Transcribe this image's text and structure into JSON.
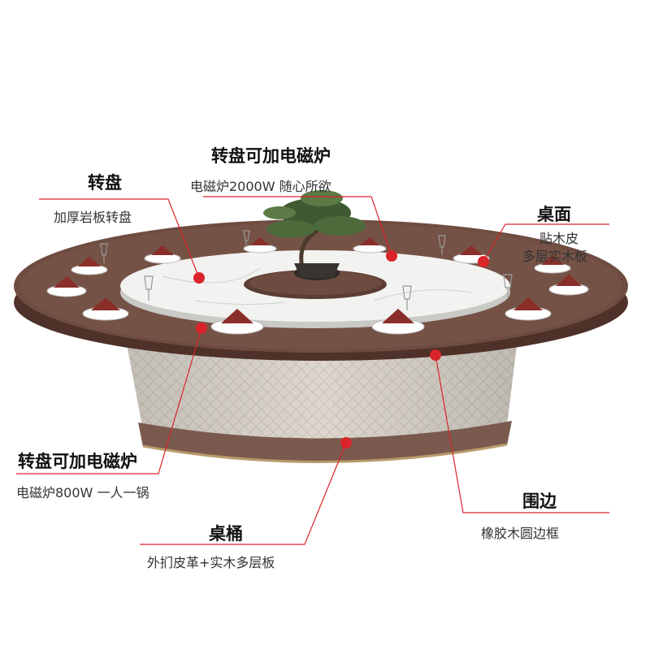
{
  "colors": {
    "accent": "#d9242a",
    "wood": "#6f4c41",
    "leather": "#ddd7ce",
    "marble": "#f2f2f0"
  },
  "callouts": {
    "turntable_induction": {
      "title": "转盘可加电磁炉",
      "desc": "电磁炉2000W 随心所欲"
    },
    "turntable": {
      "title": "转盘",
      "desc": "加厚岩板转盘"
    },
    "tabletop": {
      "title": "桌面",
      "desc1": "贴木皮",
      "desc2": "多层实木板"
    },
    "seat_induction": {
      "title": "转盘可加电磁炉",
      "desc": "电磁炉800W 一人一锅"
    },
    "rim": {
      "title": "围边",
      "desc": "橡胶木圆边框"
    },
    "base": {
      "title": "桌桶",
      "desc": "外扪皮革+实木多层板"
    }
  }
}
